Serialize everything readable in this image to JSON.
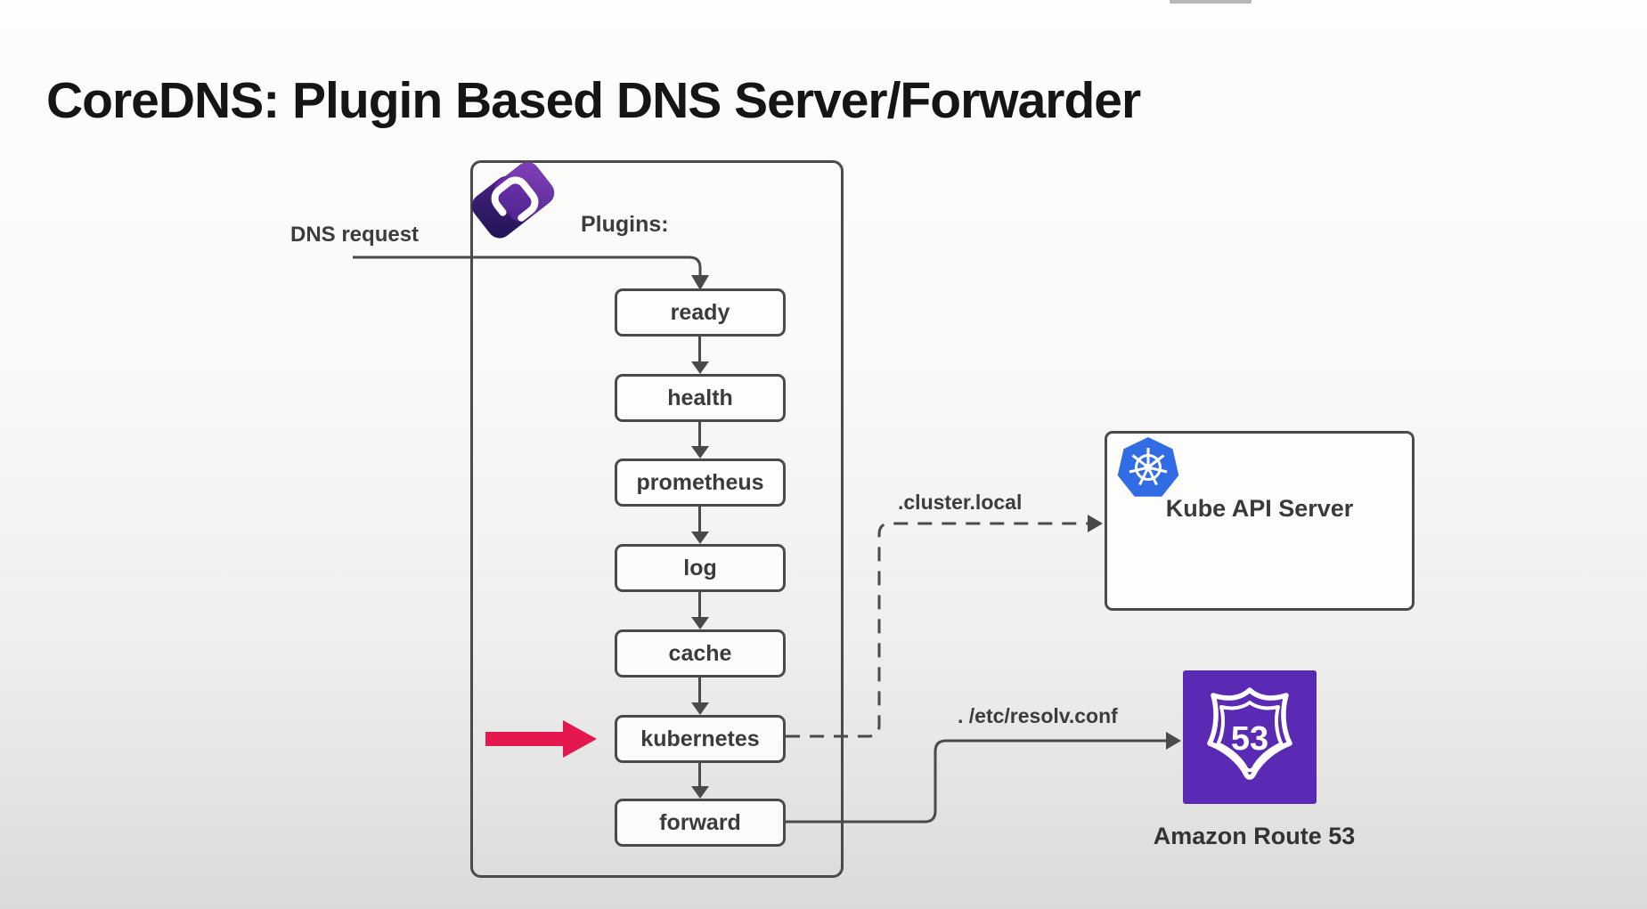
{
  "title": "CoreDNS: Plugin Based DNS Server/Forwarder",
  "diagram": {
    "plugins_heading": "Plugins:",
    "dns_request_label": "DNS request",
    "plugins": [
      "ready",
      "health",
      "prometheus",
      "log",
      "cache",
      "kubernetes",
      "forward"
    ],
    "highlighted_plugin": "kubernetes",
    "connections": [
      {
        "from": "kubernetes",
        "to": "Kube API Server",
        "label": ".cluster.local",
        "style": "dashed"
      },
      {
        "from": "forward",
        "to": "Amazon Route 53",
        "label": ". /etc/resolv.conf",
        "style": "solid"
      }
    ],
    "nodes": {
      "kube_api_server": {
        "label": "Kube API Server",
        "icon": "kubernetes-logo"
      },
      "route53": {
        "label": "Amazon Route 53",
        "icon": "route53-shield",
        "shield_number": "53"
      }
    },
    "icons": {
      "coredns": "coredns-chain-logo",
      "highlight": "red-arrow"
    },
    "colors": {
      "line": "#4a4a4a",
      "accent_red": "#e4174e",
      "kubernetes_blue": "#326ce5",
      "route53_purple": "#5b2ab5",
      "coredns_purple": "#5c2b96"
    }
  }
}
